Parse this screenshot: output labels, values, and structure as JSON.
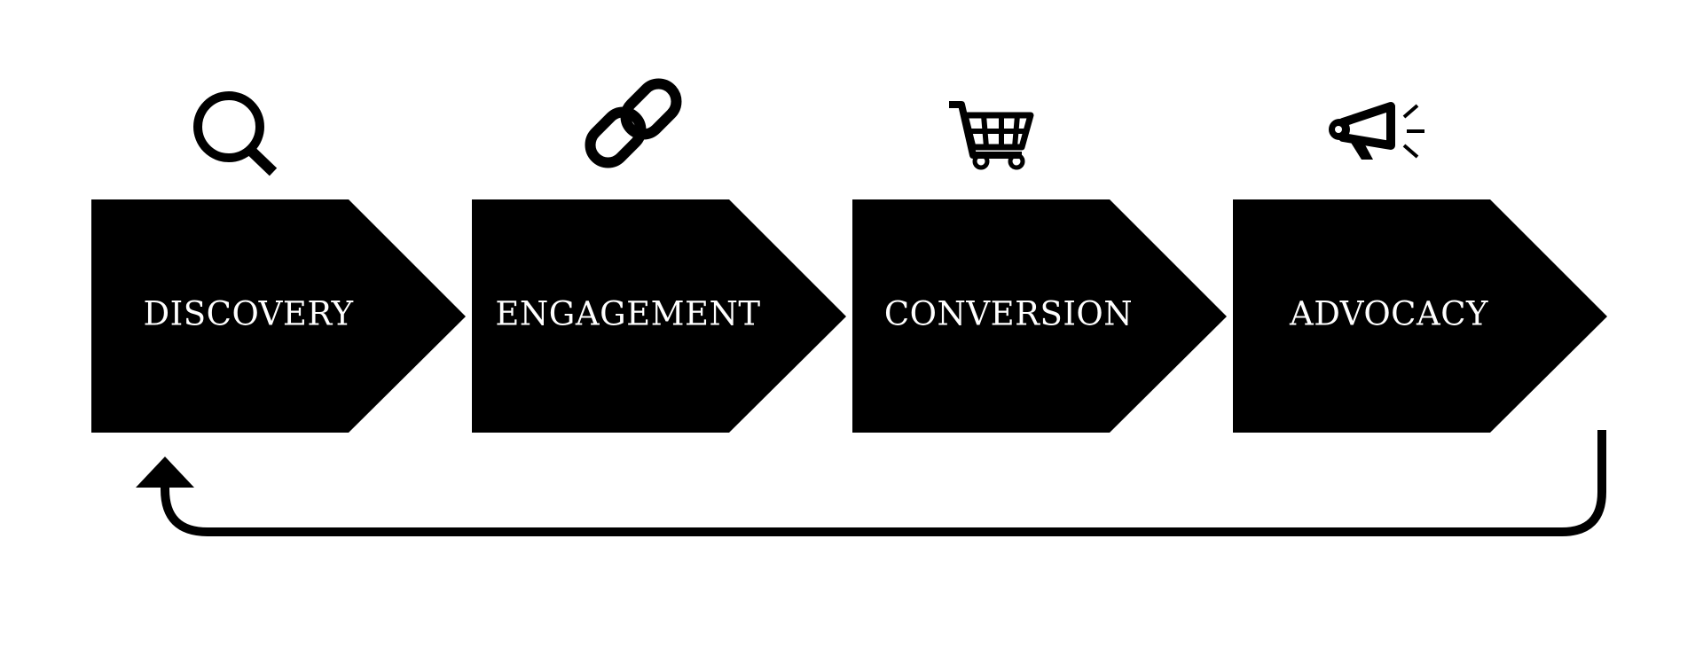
{
  "stages": [
    {
      "label": "DISCOVERY",
      "icon": "search-icon"
    },
    {
      "label": "ENGAGEMENT",
      "icon": "link-icon"
    },
    {
      "label": "CONVERSION",
      "icon": "shopping-cart-icon"
    },
    {
      "label": "ADVOCACY",
      "icon": "megaphone-icon"
    }
  ],
  "colors": {
    "shape": "#000000",
    "label": "#ffffff",
    "background": "#ffffff"
  }
}
